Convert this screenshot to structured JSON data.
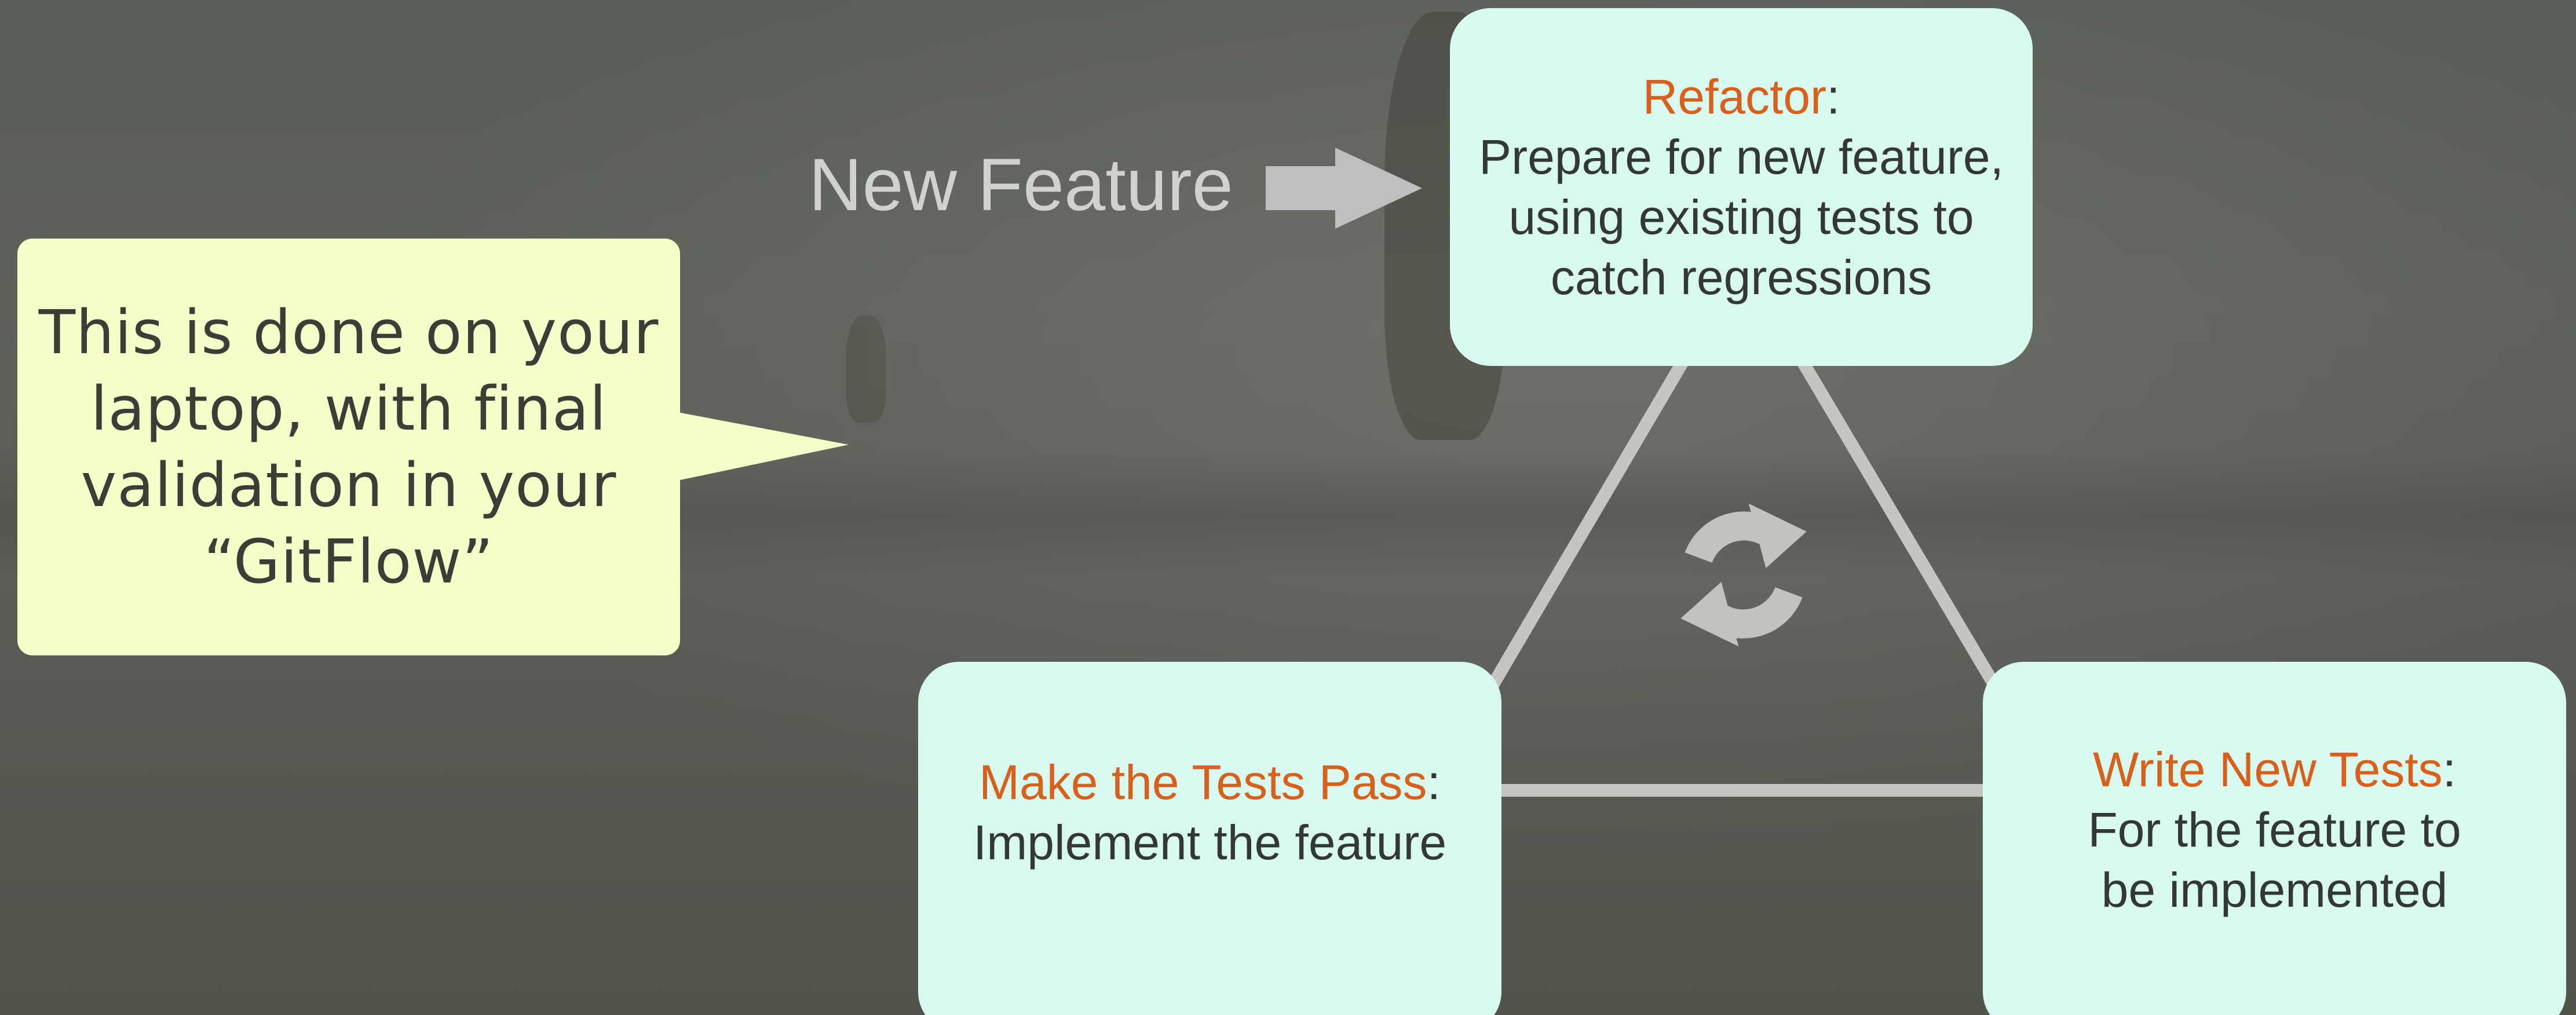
{
  "new_feature": {
    "label": "New Feature"
  },
  "callout": {
    "text": "This is done on your laptop, with final validation in your “GitFlow”"
  },
  "cycle": {
    "refactor": {
      "title": "Refactor",
      "sep": ":",
      "body": "Prepare for new feature, using existing tests to catch regressions"
    },
    "implement": {
      "title": "Make the Tests Pass",
      "sep": ":",
      "body": "Implement the feature"
    },
    "write_tests": {
      "title": "Write New Tests",
      "sep": ":",
      "body": "For the feature to be implemented"
    },
    "center_icon": "refresh-cycle-icon"
  },
  "colors": {
    "box_fill": "#d7f9ef",
    "highlight": "#d9601a",
    "body_text": "#333836",
    "callout_fill": "#f5fdc9",
    "connector": "#c5c6c2",
    "arrow": "#bfbfbf"
  }
}
